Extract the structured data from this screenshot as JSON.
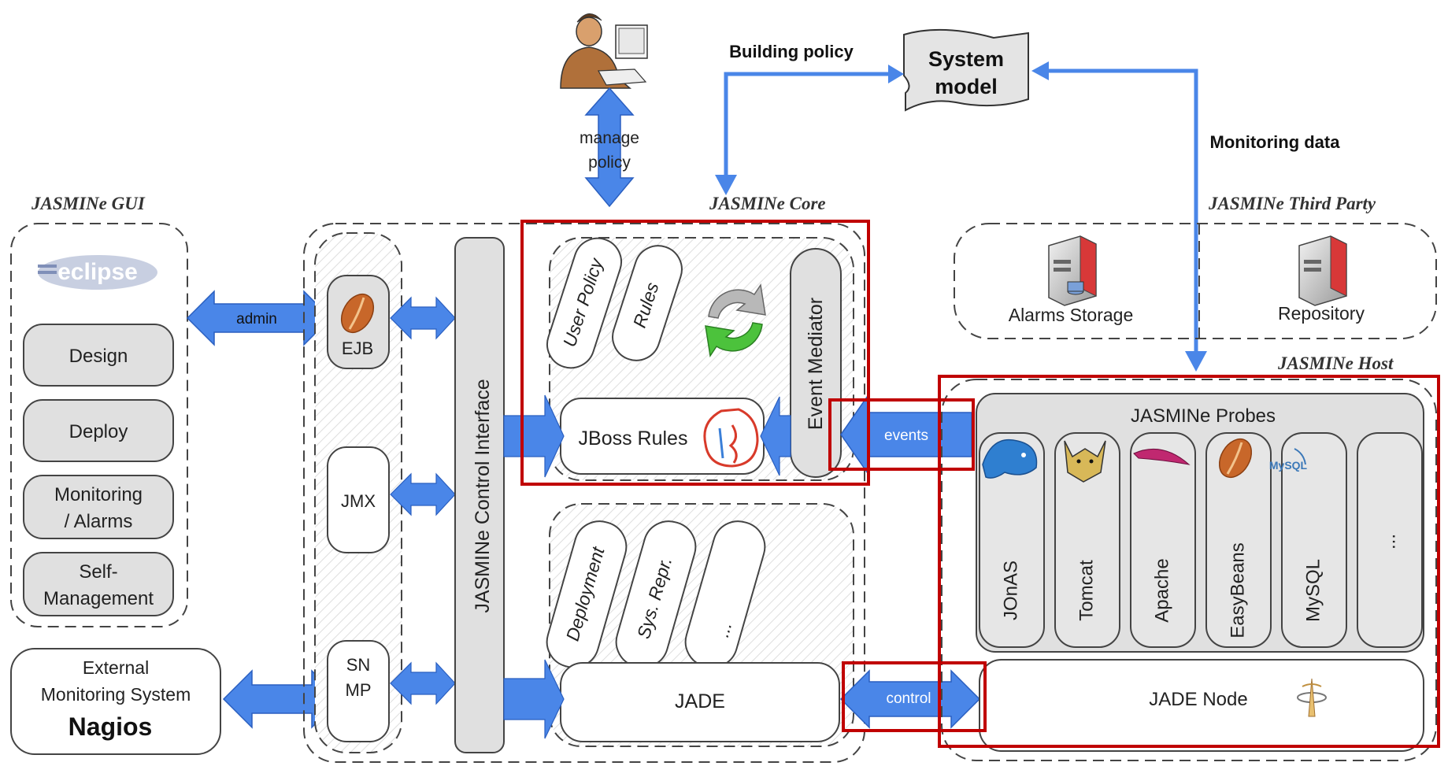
{
  "top": {
    "building_policy": "Building policy",
    "system_model_line1": "System",
    "system_model_line2": "model",
    "monitoring_data": "Monitoring data",
    "manage_line1": "manage",
    "manage_line2": "policy"
  },
  "sections": {
    "gui": "JASMINe GUI",
    "core": "JASMINe Core",
    "third_party": "JASMINe Third Party",
    "host": "JASMINe Host"
  },
  "gui": {
    "logo": "eclipse",
    "design": "Design",
    "deploy": "Deploy",
    "monitoring_line1": "Monitoring",
    "monitoring_line2": "/ Alarms",
    "self_line1": "Self-",
    "self_line2": "Management"
  },
  "external": {
    "line1": "External",
    "line2": "Monitoring System",
    "logo": "Nagios"
  },
  "arrows": {
    "admin": "admin",
    "events": "events",
    "control": "control"
  },
  "core": {
    "ejb": "EJB",
    "jmx": "JMX",
    "snmp_line1": "SN",
    "snmp_line2": "MP",
    "control_interface": "JASMINe Control Interface",
    "user_policy": "User Policy",
    "rules": "Rules",
    "jboss_rules": "JBoss Rules",
    "event_mediator": "Event Mediator",
    "deployment": "Deployment",
    "sys_repr": "Sys. Repr.",
    "ellipsis": "...",
    "jade": "JADE"
  },
  "third_party": {
    "alarms_storage": "Alarms Storage",
    "repository": "Repository"
  },
  "host": {
    "probes_title": "JASMINe Probes",
    "probes": [
      "JOnAS",
      "Tomcat",
      "Apache",
      "EasyBeans",
      "MySQL",
      "..."
    ],
    "mysql_logo": "MySQL",
    "jade_node": "JADE Node"
  },
  "colors": {
    "arrow_blue": "#4a86e8",
    "highlight_red": "#c00000",
    "box_gray": "#e0e0e0"
  }
}
